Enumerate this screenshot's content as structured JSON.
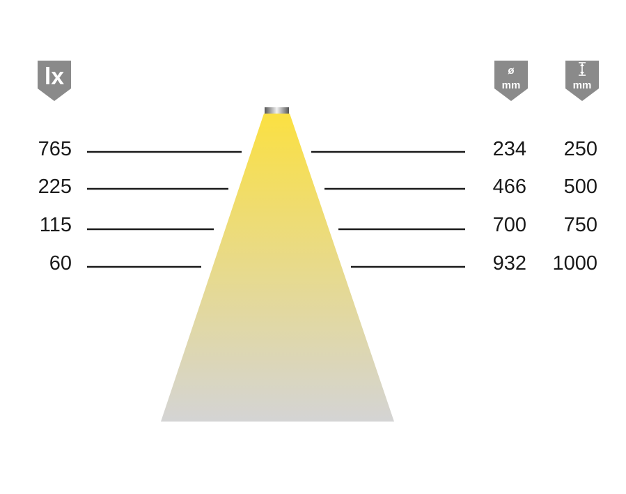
{
  "headers": {
    "lux": "lx",
    "diameter_symbol": "ø",
    "diameter_unit": "mm",
    "distance_unit": "mm"
  },
  "rows": [
    {
      "lux": "765",
      "diameter": "234",
      "distance": "250"
    },
    {
      "lux": "225",
      "diameter": "466",
      "distance": "500"
    },
    {
      "lux": "115",
      "diameter": "700",
      "distance": "750"
    },
    {
      "lux": "60",
      "diameter": "932",
      "distance": "1000"
    }
  ],
  "colors": {
    "badge": "#8a8a8a",
    "beam_top": "#fbe042",
    "beam_bottom": "#d4d4d4",
    "line": "#1a1a1a"
  }
}
